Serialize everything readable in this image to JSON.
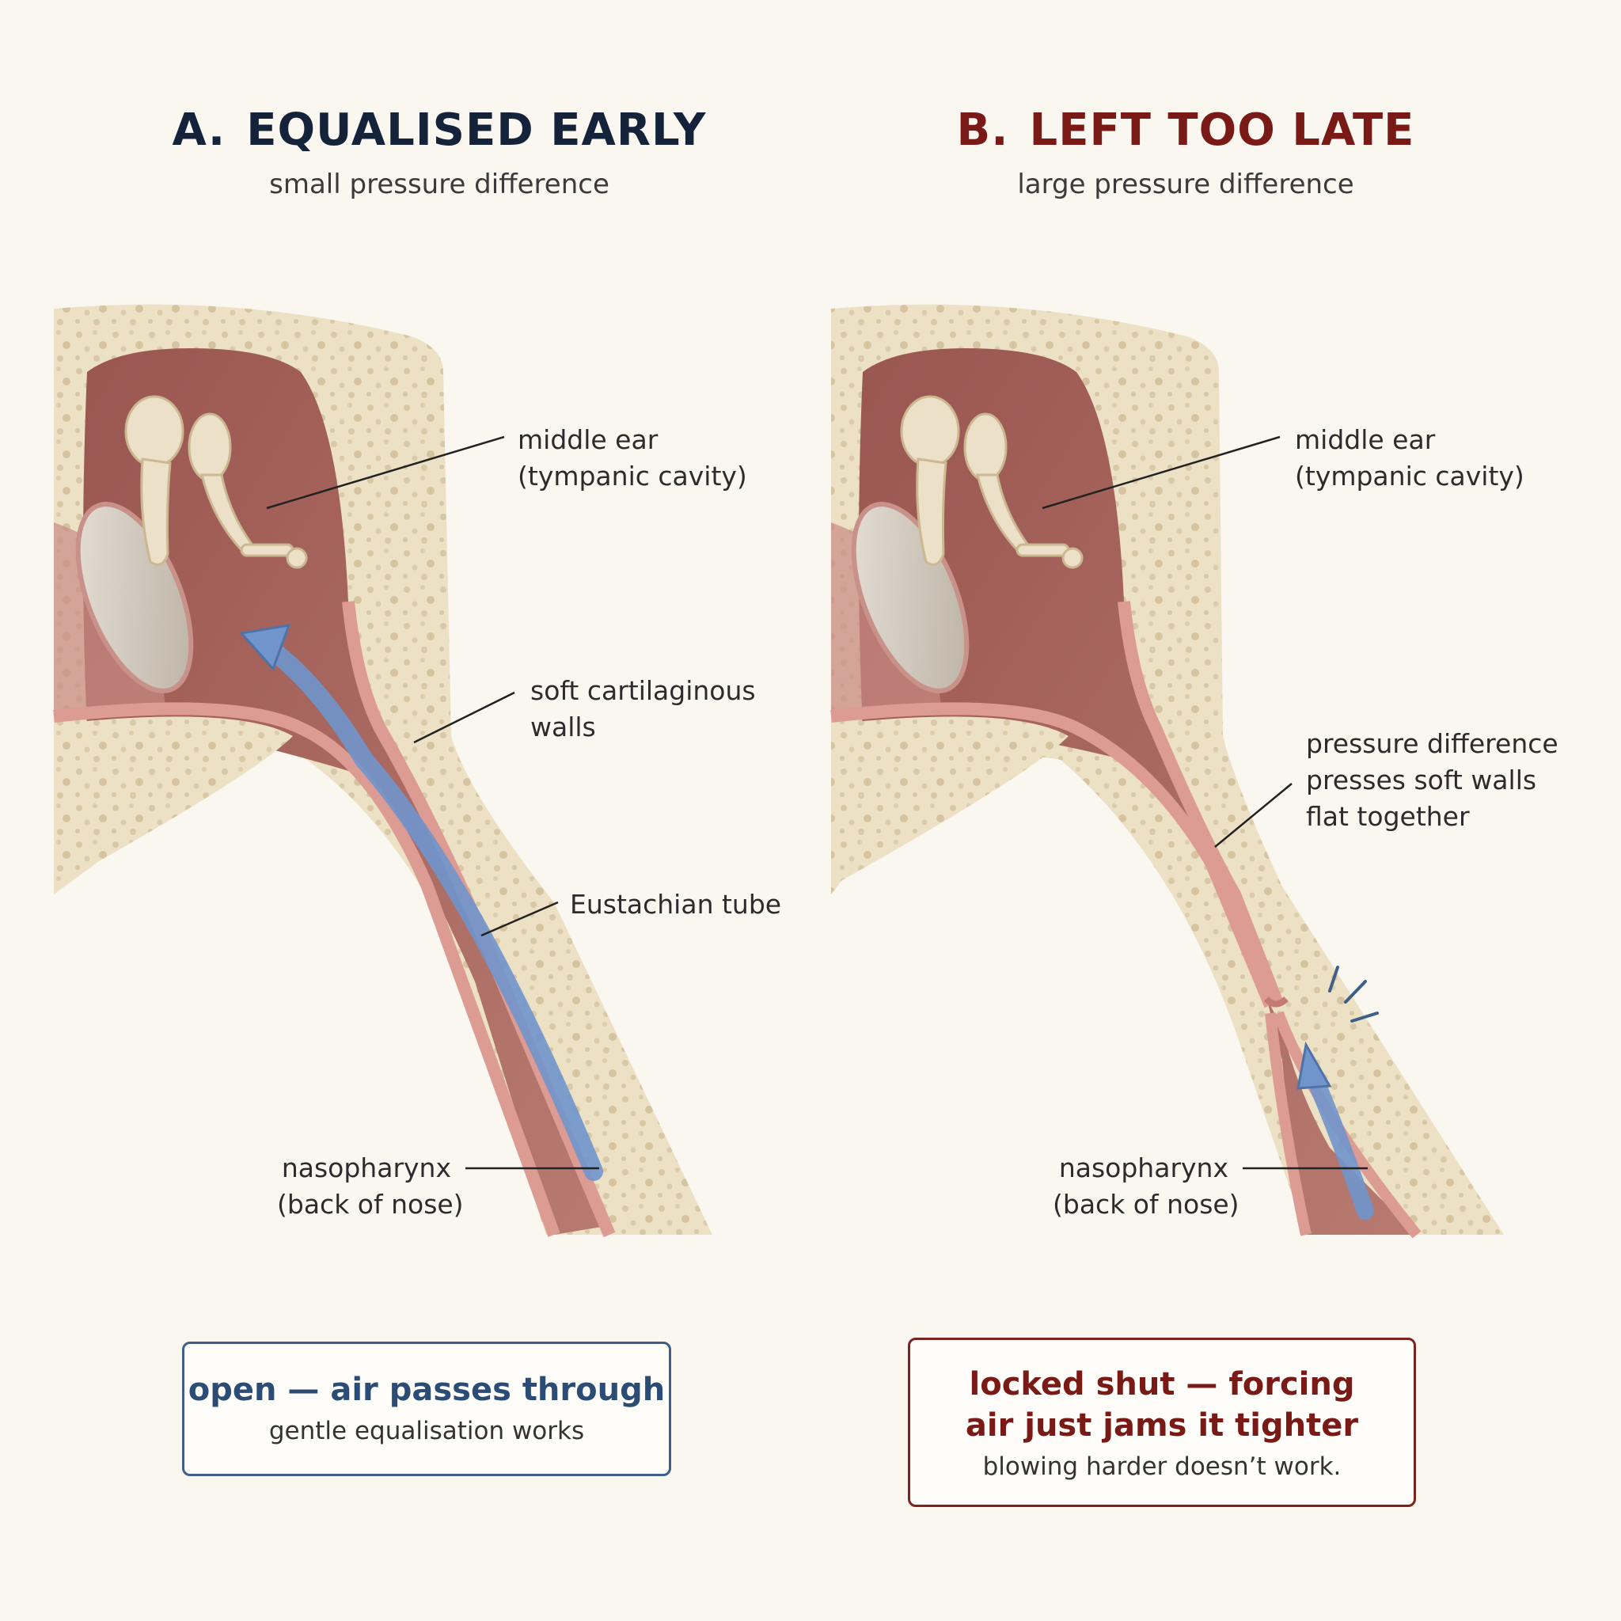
{
  "panel_a": {
    "number": "A.",
    "title": "EQUALISED EARLY",
    "subtitle": "small pressure difference",
    "labels": {
      "middle_ear": [
        "middle ear",
        "(tympanic cavity)"
      ],
      "walls": [
        "soft cartilaginous",
        "walls"
      ],
      "tube": [
        "Eustachian tube"
      ],
      "nasopharynx": [
        "nasopharynx",
        "(back of nose)"
      ]
    },
    "callout": {
      "head": "open — air passes through",
      "body": "gentle equalisation works"
    }
  },
  "panel_b": {
    "number": "B.",
    "title": "LEFT TOO LATE",
    "subtitle": "large pressure difference",
    "labels": {
      "middle_ear": [
        "middle ear",
        "(tympanic cavity)"
      ],
      "pressure": [
        "pressure difference",
        "presses soft walls",
        "flat together"
      ],
      "nasopharynx": [
        "nasopharynx",
        "(back of nose)"
      ]
    },
    "callout": {
      "head": "locked shut — forcing air just jams it tighter",
      "body": "blowing harder doesn’t work."
    }
  },
  "colors": {
    "accent_a": "#2b4c74",
    "accent_b": "#7a1a17",
    "bone": "#ede1c5",
    "cavity": "#a9655e",
    "wall": "#dc9b93",
    "air": "#6f95cc"
  }
}
